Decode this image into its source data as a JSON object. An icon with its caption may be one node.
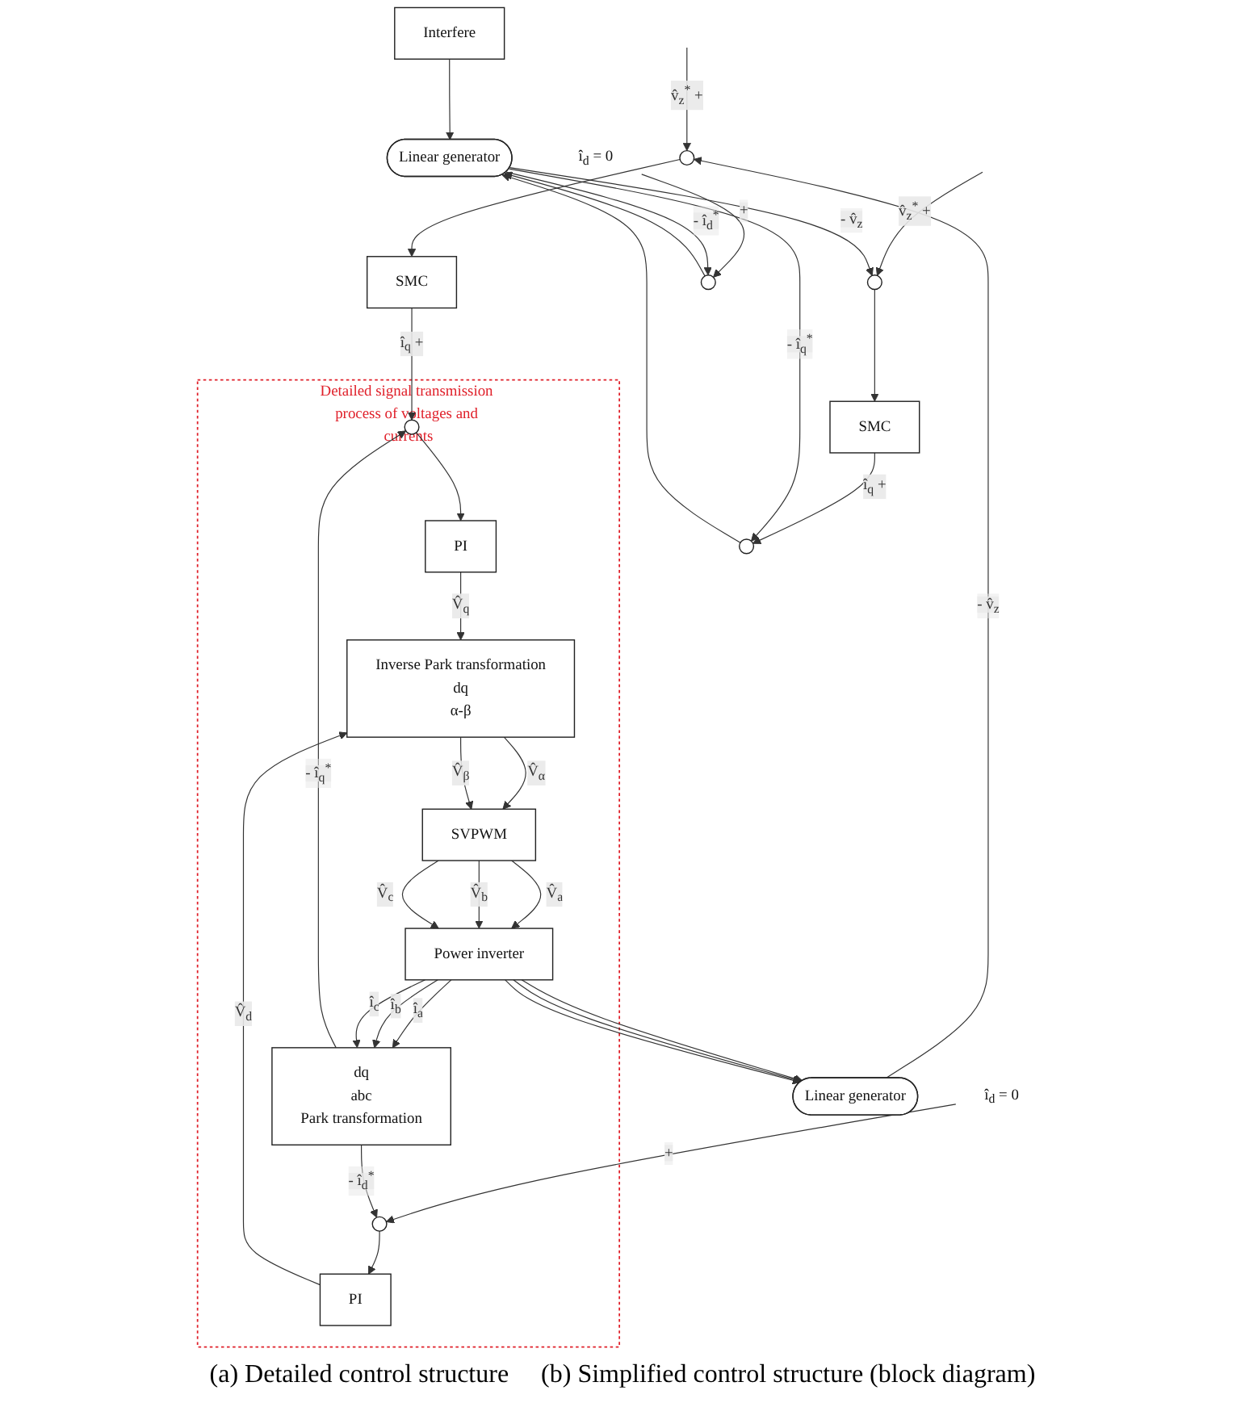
{
  "diagram": {
    "nodes": [
      {
        "text": [],
        "shape": "circle"
      },
      {
        "text": [
          "SMC"
        ]
      },
      {
        "text": [
          "Detailed signal transmission process of voltages and currents"
        ]
      },
      {
        "text": [
          "î$_{d}$ = 0"
        ]
      },
      {
        "text": [],
        "shape": "circle",
        "in": 2
      },
      {
        "text": [
          "PI"
        ],
        "in": 2
      },
      {
        "text": [],
        "shape": "circle",
        "in": 2
      },
      {
        "text": [
          "PI"
        ],
        "in": 2
      },
      {
        "text": [
          "Inverse Park transformation",
          "dq",
          "α-β"
        ],
        "in": 2
      },
      {
        "text": [
          "SVPWM"
        ],
        "in": 2
      },
      {
        "text": [
          "Power inverter"
        ],
        "in": 2
      },
      {
        "text": [
          "dq",
          "abc",
          "Park transformation"
        ],
        "in": 2
      },
      {
        "text": [
          "Linear generator"
        ]
      },
      {
        "text": [
          "Interfere"
        ]
      },
      {
        "text": [],
        "shape": "circle"
      },
      {
        "text": [
          "SMC"
        ]
      },
      {
        "text": [],
        "shape": "circle"
      },
      {
        "text": [
          "î$_{d}$ = 0"
        ]
      },
      {
        "text": [],
        "shape": "circle"
      },
      {
        "text": [
          "Linear generator"
        ]
      }
    ],
    "edges": [
      {
        "from": null,
        "to": 0,
        "arrow": "to",
        "label": "v̂$_{z}$$^{*}$ +"
      },
      {
        "from": 0,
        "to": 1,
        "arrow": "to"
      },
      {
        "from": 1,
        "to": 4,
        "arrow": "to",
        "label": "î$_{q}$ +"
      },
      {
        "from": 4,
        "to": 5,
        "arrow": "to"
      },
      {
        "from": 3,
        "to": 6,
        "arrow": "to",
        "label": "+"
      },
      {
        "from": 6,
        "to": 7,
        "arrow": "to"
      },
      {
        "from": 5,
        "to": 8,
        "arrow": "to",
        "label": "V̂$_{q}$"
      },
      {
        "from": 7,
        "to": 8,
        "arrow": "to",
        "label": "V̂$_{d}$"
      },
      {
        "from": 8,
        "to": 9,
        "arrow": "to",
        "label": "V̂$_{α}$"
      },
      {
        "from": 8,
        "to": 9,
        "arrow": "to",
        "label": "V̂$_{β}$"
      },
      {
        "from": 9,
        "to": 10,
        "arrow": "to",
        "label": "V̂$_{a}$"
      },
      {
        "from": 9,
        "to": 10,
        "arrow": "to",
        "label": "V̂$_{b}$"
      },
      {
        "from": 9,
        "to": 10,
        "arrow": "to",
        "label": "V̂$_{c}$"
      },
      {
        "from": 10,
        "to": 11,
        "arrow": "to",
        "label": "î$_{a}$"
      },
      {
        "from": 10,
        "to": 11,
        "arrow": "to",
        "label": "î$_{b}$"
      },
      {
        "from": 10,
        "to": 11,
        "arrow": "to",
        "label": "î$_{c}$"
      },
      {
        "from": 10,
        "to": 12,
        "arrow": "to"
      },
      {
        "from": 10,
        "to": 12,
        "arrow": "to"
      },
      {
        "from": 10,
        "to": 12,
        "arrow": "to"
      },
      {
        "from": 11,
        "to": 4,
        "arrow": "to",
        "label": "- î$_{q}$$^{*}$"
      },
      {
        "from": 11,
        "to": 6,
        "arrow": "to",
        "label": "- î$_{d}$$^{*}$"
      },
      {
        "from": 12,
        "to": 0,
        "arrow": "to",
        "label": "- v̂$_{z}$"
      },
      {
        "from": null,
        "to": 14,
        "arrow": "to",
        "label": "v̂$_{z}$$^{*}$ +"
      },
      {
        "from": 14,
        "to": 15,
        "arrow": "to"
      },
      {
        "from": 15,
        "to": 16,
        "arrow": "to",
        "label": "î$_{q}$ +"
      },
      {
        "from": 16,
        "to": 19,
        "arrow": "to"
      },
      {
        "from": 18,
        "to": 19,
        "arrow": "to"
      },
      {
        "from": 17,
        "to": 18,
        "arrow": "to",
        "label": "+"
      },
      {
        "from": 13,
        "to": 19,
        "arrow": "to"
      },
      {
        "from": 19,
        "to": 16,
        "arrow": "to",
        "label": "- î$_{q}$$^{*}$"
      },
      {
        "from": 19,
        "to": 18,
        "arrow": "to",
        "label": "- î$_{d}$$^{*}$"
      },
      {
        "from": 19,
        "to": 14,
        "arrow": "to",
        "label": "- v̂$_{z}$"
      }
    ],
    "labels": [
      "(a) Detailed control structure",
      "(b) Simplified control structure (block diagram)"
    ]
  }
}
